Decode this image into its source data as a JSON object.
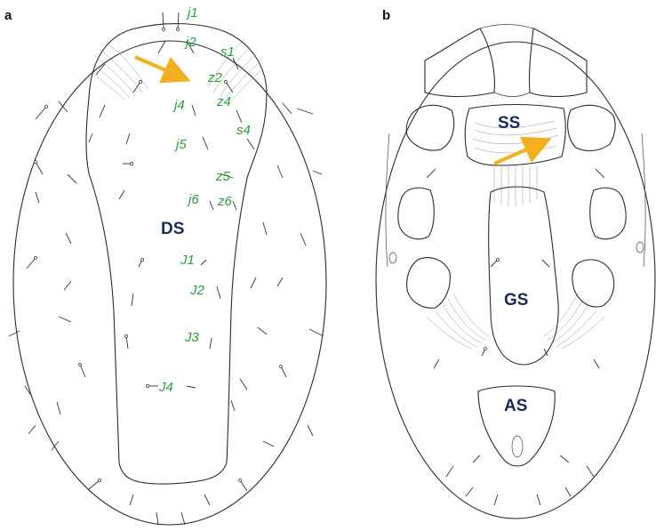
{
  "panels": [
    {
      "letter": "a",
      "shield_label": "DS",
      "setae_labels": [
        "j1",
        "j2",
        "s1",
        "z2",
        "j4",
        "z4",
        "s4",
        "j5",
        "z5",
        "j6",
        "z6",
        "J1",
        "J2",
        "J3",
        "J4"
      ]
    },
    {
      "letter": "b",
      "shield_labels": [
        "SS",
        "GS",
        "AS"
      ]
    }
  ],
  "colors": {
    "seta_label": "#2a9d3a",
    "shield_label": "#1b2a5c",
    "arrow": "#f2b01e",
    "line": "#2b2b2b"
  }
}
